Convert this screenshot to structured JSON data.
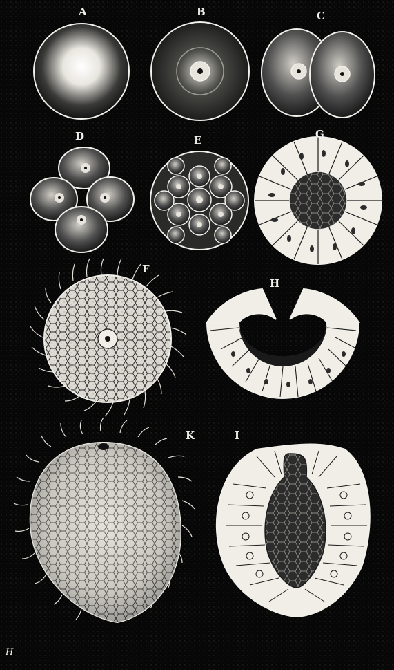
{
  "plate": {
    "background": "#070707",
    "ink": "#f2f0ea",
    "labels": [
      "A",
      "B",
      "C",
      "D",
      "E",
      "G",
      "F",
      "H",
      "K",
      "I"
    ],
    "corner_mark": "H"
  },
  "specimens": [
    {
      "label": "A",
      "icon": "egg-cell-icon"
    },
    {
      "label": "B",
      "icon": "fertilized-egg-icon"
    },
    {
      "label": "C",
      "icon": "two-cell-stage-icon"
    },
    {
      "label": "D",
      "icon": "four-cell-stage-icon"
    },
    {
      "label": "E",
      "icon": "morula-icon"
    },
    {
      "label": "G",
      "icon": "blastula-section-icon"
    },
    {
      "label": "F",
      "icon": "ciliated-blastula-icon"
    },
    {
      "label": "H",
      "icon": "gastrula-section-icon"
    },
    {
      "label": "K",
      "icon": "ciliated-larva-icon"
    },
    {
      "label": "I",
      "icon": "gastrula-longitudinal-section-icon"
    }
  ]
}
